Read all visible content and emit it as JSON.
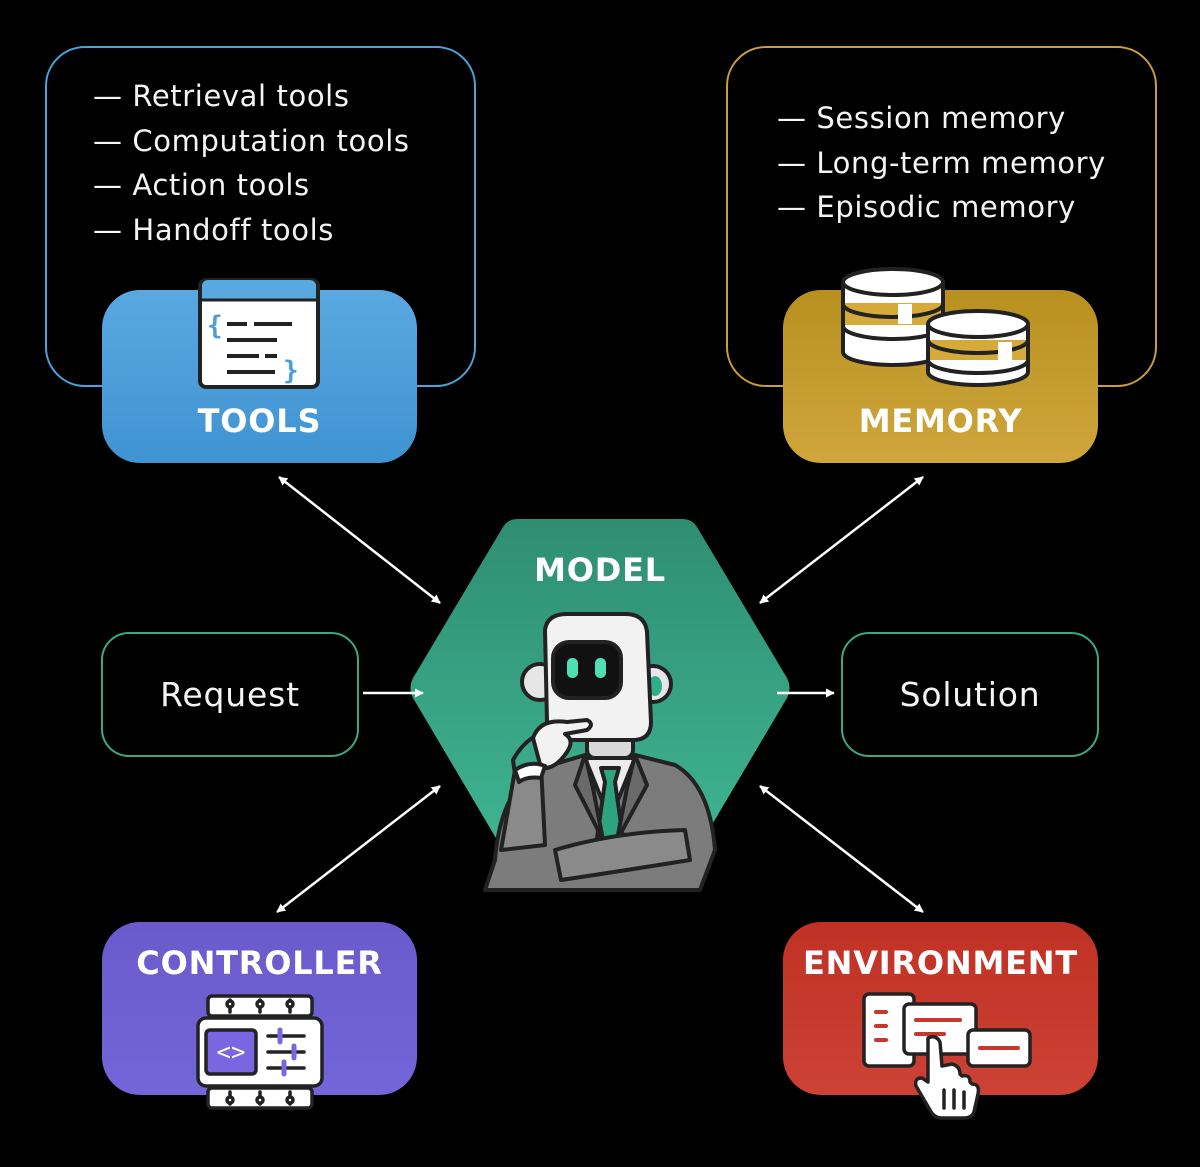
{
  "tools": {
    "title": "TOOLS",
    "items": [
      "— Retrieval tools",
      "— Computation tools",
      "— Action tools",
      "— Handoff tools"
    ],
    "icon": "code-document-icon",
    "color": "#4a9ed8",
    "border_color": "#4ba3de"
  },
  "memory": {
    "title": "MEMORY",
    "items": [
      "— Session memory",
      "— Long-term memory",
      "— Episodic memory"
    ],
    "icon": "database-icon",
    "color": "#c39a2c",
    "border_color": "#c9a037"
  },
  "model": {
    "title": "MODEL",
    "icon": "thinking-robot-icon",
    "color": "#38a485"
  },
  "request": {
    "label": "Request"
  },
  "solution": {
    "label": "Solution"
  },
  "controller": {
    "title": "CONTROLLER",
    "icon": "chip-controller-icon",
    "color": "#6d5fd2"
  },
  "environment": {
    "title": "ENVIRONMENT",
    "icon": "interface-click-icon",
    "color": "#c6372c"
  }
}
